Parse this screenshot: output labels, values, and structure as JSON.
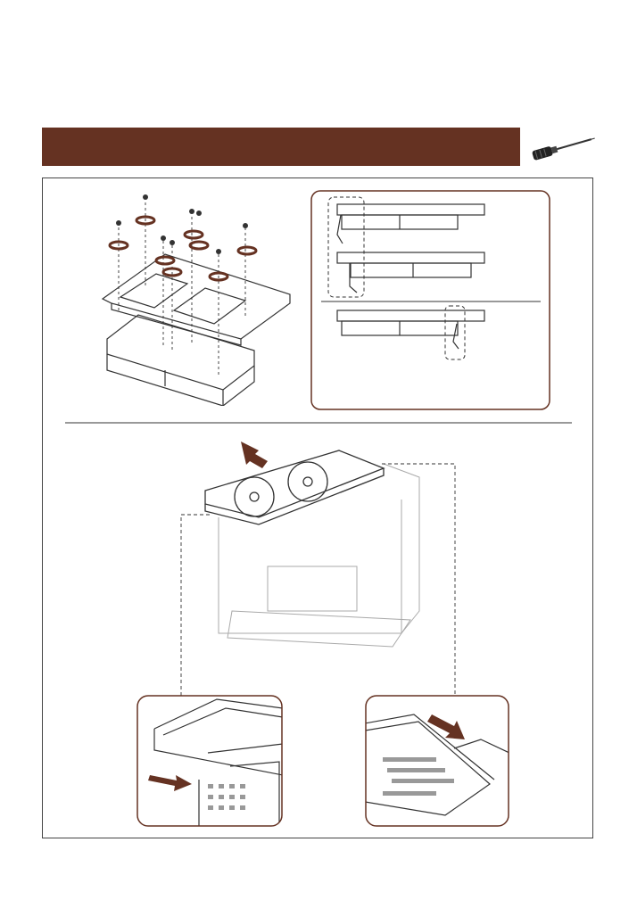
{
  "header": {
    "title": "",
    "bar_color": "#653222"
  },
  "accent_color": "#653222",
  "tool_icon": "screwdriver-icon",
  "illustrations": [
    "radiator-bracket-exploded-diagram",
    "radiator-orientation-callout",
    "top-panel-install-diagram",
    "front-rail-detail-callout",
    "rear-rail-detail-callout"
  ]
}
